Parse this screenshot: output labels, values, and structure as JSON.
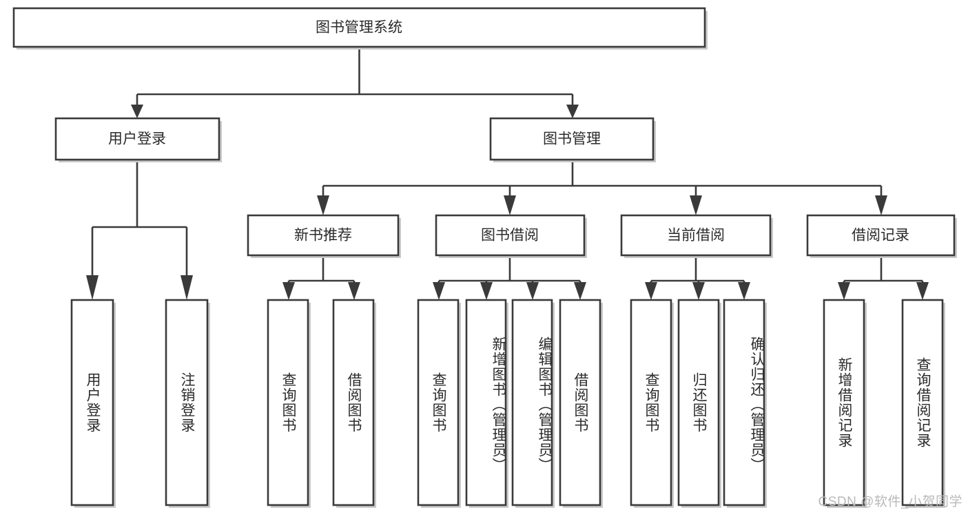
{
  "diagram": {
    "title": "图书管理系统",
    "type": "tree",
    "root": {
      "label": "图书管理系统",
      "children": [
        {
          "label": "用户登录",
          "children": [
            {
              "label": "用户登录",
              "orientation": "vertical"
            },
            {
              "label": "注销登录",
              "orientation": "vertical"
            }
          ]
        },
        {
          "label": "图书管理",
          "children": [
            {
              "label": "新书推荐",
              "children": [
                {
                  "label": "查询图书",
                  "orientation": "vertical"
                },
                {
                  "label": "借阅图书",
                  "orientation": "vertical"
                }
              ]
            },
            {
              "label": "图书借阅",
              "children": [
                {
                  "label": "查询图书",
                  "orientation": "vertical"
                },
                {
                  "label": "新增图书（管理员）",
                  "orientation": "vertical"
                },
                {
                  "label": "编辑图书（管理员）",
                  "orientation": "vertical"
                },
                {
                  "label": "借阅图书",
                  "orientation": "vertical"
                }
              ]
            },
            {
              "label": "当前借阅",
              "children": [
                {
                  "label": "查询图书",
                  "orientation": "vertical"
                },
                {
                  "label": "归还图书",
                  "orientation": "vertical"
                },
                {
                  "label": "确认归还（管理员）",
                  "orientation": "vertical"
                }
              ]
            },
            {
              "label": "借阅记录",
              "children": [
                {
                  "label": "新增借阅记录",
                  "orientation": "vertical"
                },
                {
                  "label": "查询借阅记录",
                  "orientation": "vertical"
                }
              ]
            }
          ]
        }
      ]
    }
  },
  "nodes": {
    "root": "图书管理系统",
    "user_login": "用户登录",
    "book_manage": "图书管理",
    "new_book_rec": "新书推荐",
    "book_borrow": "图书借阅",
    "current_borrow": "当前借阅",
    "borrow_record": "借阅记录",
    "leaf_user_login": "用户登录",
    "leaf_logout": "注销登录",
    "leaf_query_book_1": "查询图书",
    "leaf_borrow_book_1": "借阅图书",
    "leaf_query_book_2": "查询图书",
    "leaf_add_book_admin": "新增图书（管理员）",
    "leaf_edit_book_admin": "编辑图书（管理员）",
    "leaf_borrow_book_2": "借阅图书",
    "leaf_query_book_3": "查询图书",
    "leaf_return_book": "归还图书",
    "leaf_confirm_return_admin": "确认归还（管理员）",
    "leaf_add_record": "新增借阅记录",
    "leaf_query_record": "查询借阅记录"
  },
  "watermark": {
    "text": "CSDN @软件_小贺同学"
  },
  "colors": {
    "stroke": "#3a3a3a",
    "fill": "#ffffff",
    "text": "#2b2b2b",
    "shadow": "#c9c9c9",
    "watermark": "#b9b9b9"
  }
}
